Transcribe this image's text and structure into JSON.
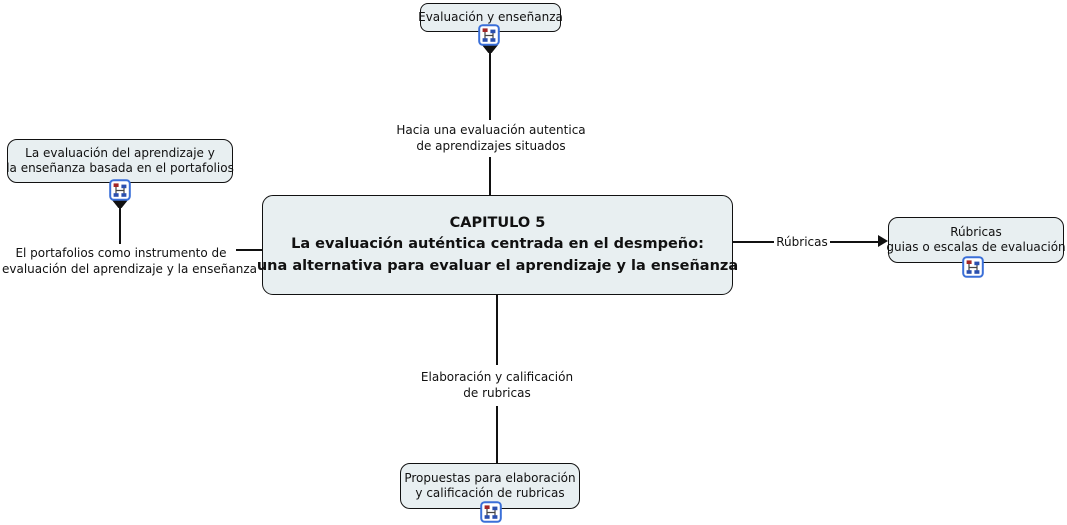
{
  "colors": {
    "canvas_bg": "#ffffff",
    "node_fill": "#e8eff1",
    "node_border": "#111111",
    "line_color": "#111111",
    "icon_border": "#3a6fd8",
    "icon_red": "#a32525",
    "icon_blue": "#2a4fae"
  },
  "center_node": {
    "line1": "CAPITULO 5",
    "line2": "La evaluación auténtica centrada en el desmpeño:",
    "line3": "una alternativa para evaluar el aprendizaje y la enseñanza"
  },
  "nodes": {
    "top": {
      "line1": "Evaluación y enseñanza",
      "icon": "concept-map-icon"
    },
    "left": {
      "line1": "La evaluación del aprendizaje y",
      "line2": "la enseñanza basada en el portafolios",
      "icon": "concept-map-icon"
    },
    "right": {
      "line1": "Rúbricas",
      "line2": "guias o escalas de evaluación",
      "icon": "concept-map-icon"
    },
    "bottom": {
      "line1": "Propuestas para elaboración",
      "line2": "y calificación de rubricas",
      "icon": "concept-map-icon"
    }
  },
  "links": {
    "top": {
      "line1": "Hacia una evaluación autentica",
      "line2": "de aprendizajes situados"
    },
    "left": {
      "line1": "El portafolios como instrumento de",
      "line2": "evaluación del aprendizaje y la enseñanza"
    },
    "right": {
      "line1": "Rúbricas"
    },
    "bottom": {
      "line1": "Elaboración y calificación",
      "line2": "de rubricas"
    }
  }
}
